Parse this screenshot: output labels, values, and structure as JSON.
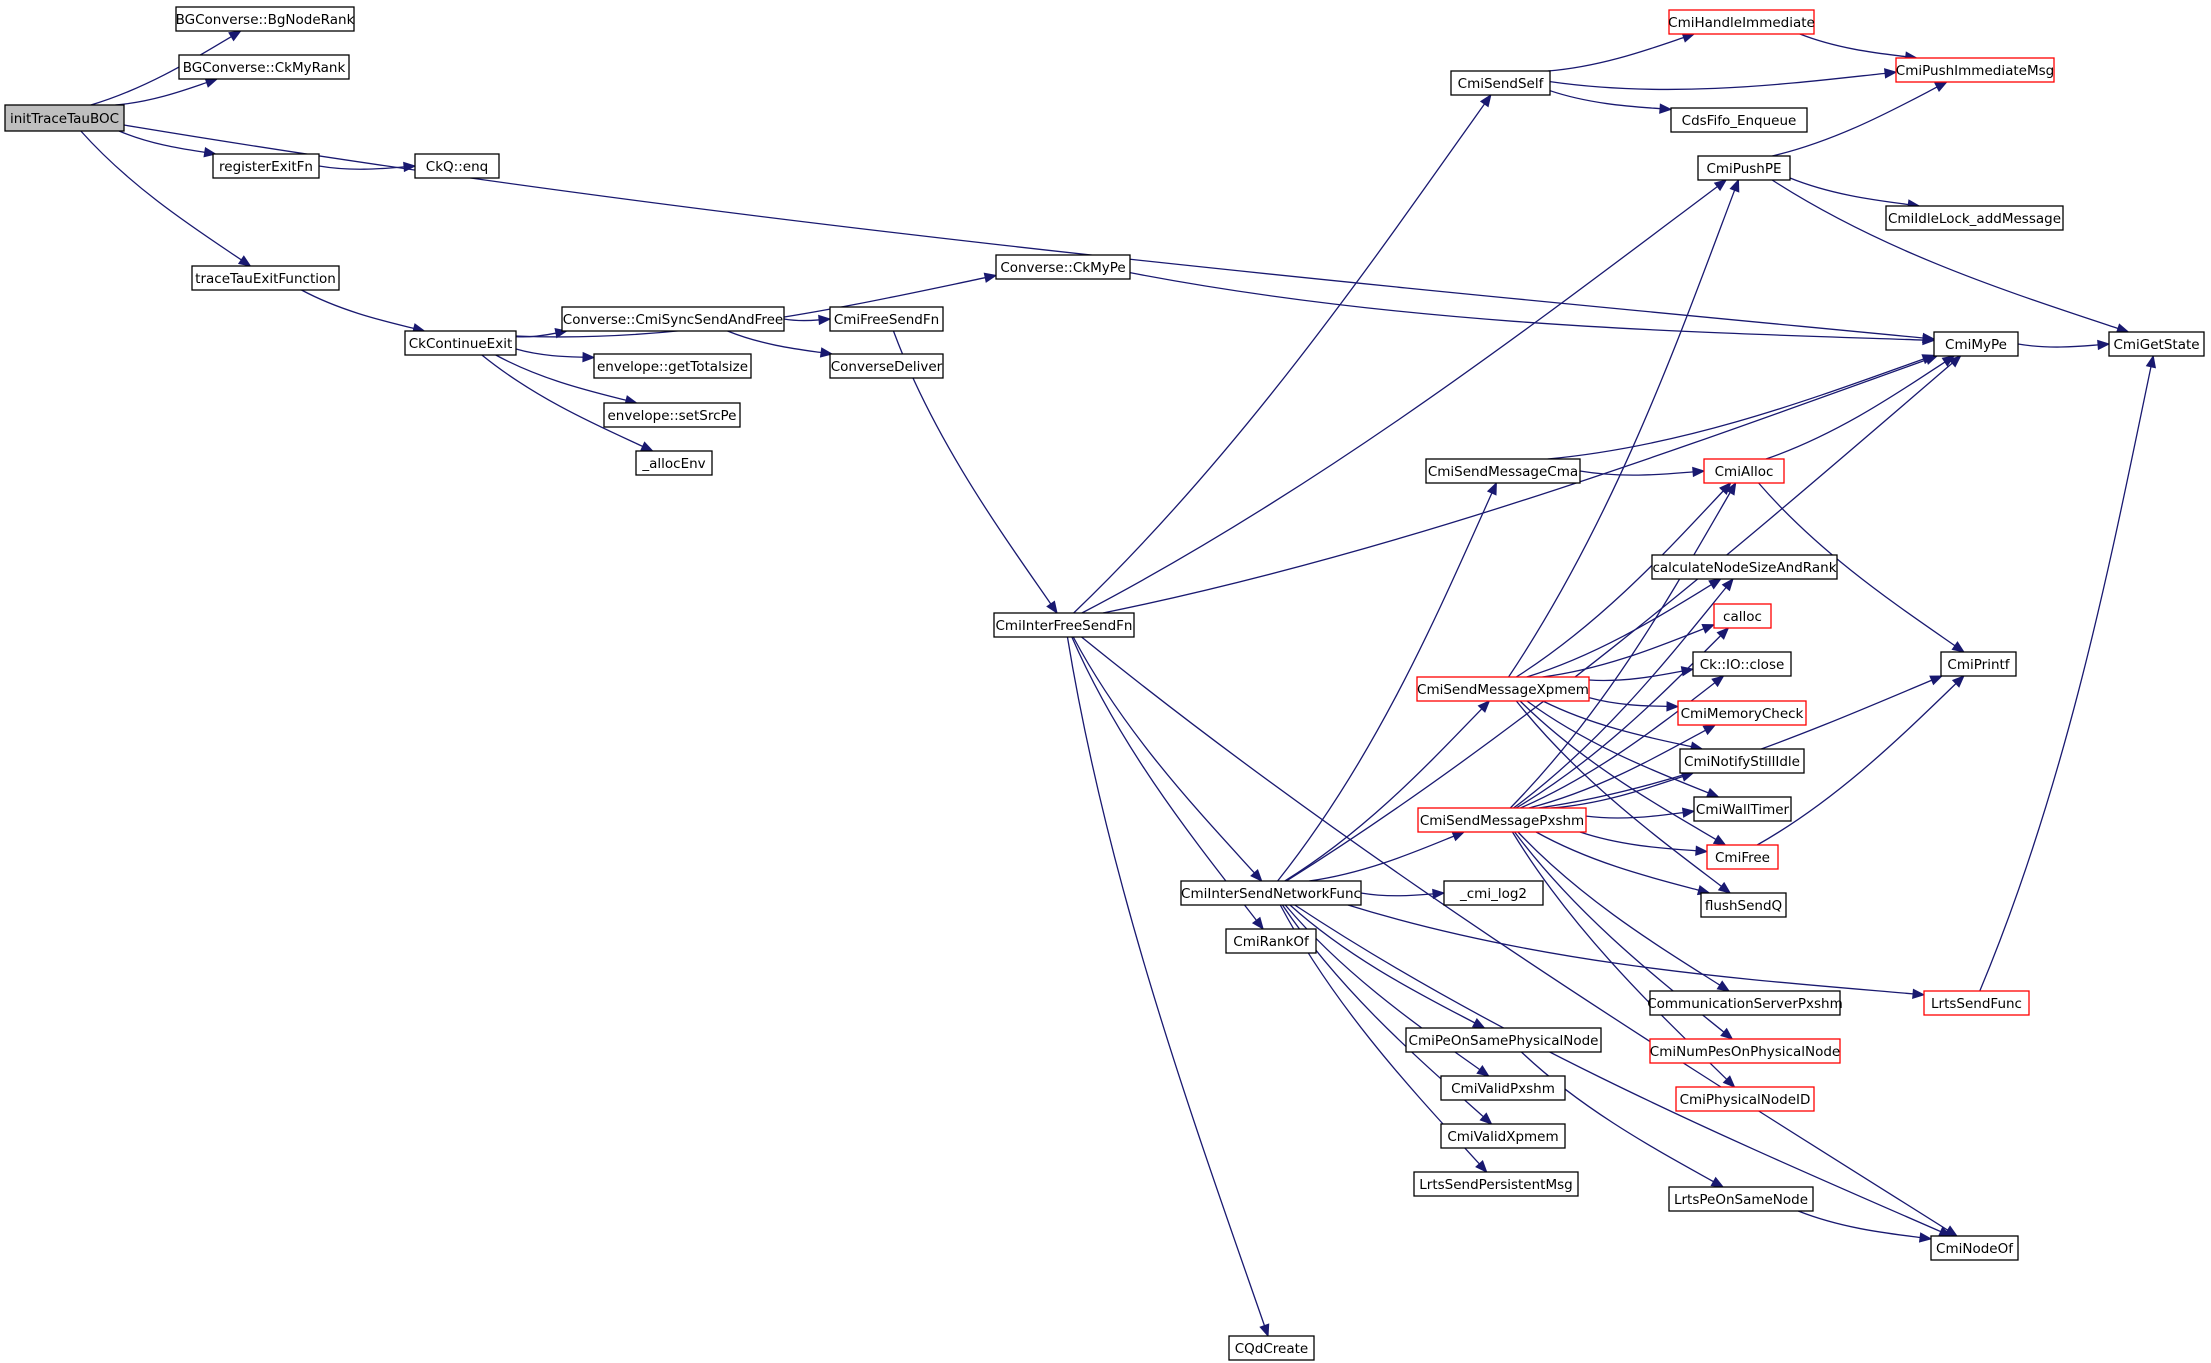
{
  "nodes": [
    {
      "id": "initTraceTauBOC",
      "label": "initTraceTauBOC",
      "style": "root"
    },
    {
      "id": "BgNodeRank",
      "label": "BGConverse::BgNodeRank",
      "style": "black"
    },
    {
      "id": "CkMyRank",
      "label": "BGConverse::CkMyRank",
      "style": "black"
    },
    {
      "id": "registerExitFn",
      "label": "registerExitFn",
      "style": "black"
    },
    {
      "id": "CkQenq",
      "label": "CkQ::enq",
      "style": "black"
    },
    {
      "id": "traceTauExitFunction",
      "label": "traceTauExitFunction",
      "style": "black"
    },
    {
      "id": "CkContinueExit",
      "label": "CkContinueExit",
      "style": "black"
    },
    {
      "id": "CmiSyncSendAndFree",
      "label": "Converse::CmiSyncSendAndFree",
      "style": "black"
    },
    {
      "id": "getTotalsize",
      "label": "envelope::getTotalsize",
      "style": "black"
    },
    {
      "id": "setSrcPe",
      "label": "envelope::setSrcPe",
      "style": "black"
    },
    {
      "id": "allocEnv",
      "label": "_allocEnv",
      "style": "black"
    },
    {
      "id": "CmiFreeSendFn",
      "label": "CmiFreeSendFn",
      "style": "black"
    },
    {
      "id": "ConverseDeliver",
      "label": "ConverseDeliver",
      "style": "black"
    },
    {
      "id": "ConverseCkMyPe",
      "label": "Converse::CkMyPe",
      "style": "black"
    },
    {
      "id": "CmiInterFreeSendFn",
      "label": "CmiInterFreeSendFn",
      "style": "black"
    },
    {
      "id": "CmiSendSelf",
      "label": "CmiSendSelf",
      "style": "black"
    },
    {
      "id": "CmiHandleImmediate",
      "label": "CmiHandleImmediate",
      "style": "red"
    },
    {
      "id": "CmiPushImmediateMsg",
      "label": "CmiPushImmediateMsg",
      "style": "red"
    },
    {
      "id": "CdsFifoEnqueue",
      "label": "CdsFifo_Enqueue",
      "style": "black"
    },
    {
      "id": "CmiPushPE",
      "label": "CmiPushPE",
      "style": "black"
    },
    {
      "id": "CmiIdleLock",
      "label": "CmiIdleLock_addMessage",
      "style": "black"
    },
    {
      "id": "CmiMyPe",
      "label": "CmiMyPe",
      "style": "black"
    },
    {
      "id": "CmiGetState",
      "label": "CmiGetState",
      "style": "black"
    },
    {
      "id": "CmiSendMessageCma",
      "label": "CmiSendMessageCma",
      "style": "black"
    },
    {
      "id": "CmiAlloc",
      "label": "CmiAlloc",
      "style": "red"
    },
    {
      "id": "calcNode",
      "label": "calculateNodeSizeAndRank",
      "style": "black"
    },
    {
      "id": "calloc",
      "label": "calloc",
      "style": "red"
    },
    {
      "id": "CkIOclose",
      "label": "Ck::IO::close",
      "style": "black"
    },
    {
      "id": "CmiPrintf",
      "label": "CmiPrintf",
      "style": "black"
    },
    {
      "id": "CmiSendMessageXpmem",
      "label": "CmiSendMessageXpmem",
      "style": "red"
    },
    {
      "id": "CmiMemoryCheck",
      "label": "CmiMemoryCheck",
      "style": "red"
    },
    {
      "id": "CmiNotifyStillIdle",
      "label": "CmiNotifyStillIdle",
      "style": "black"
    },
    {
      "id": "CmiWallTimer",
      "label": "CmiWallTimer",
      "style": "black"
    },
    {
      "id": "CmiSendMessagePxshm",
      "label": "CmiSendMessagePxshm",
      "style": "red"
    },
    {
      "id": "CmiFree",
      "label": "CmiFree",
      "style": "red"
    },
    {
      "id": "CmiInterSendNetworkFunc",
      "label": "CmiInterSendNetworkFunc",
      "style": "black"
    },
    {
      "id": "cmiLog2",
      "label": "_cmi_log2",
      "style": "black"
    },
    {
      "id": "flushSendQ",
      "label": "flushSendQ",
      "style": "black"
    },
    {
      "id": "CmiRankOf",
      "label": "CmiRankOf",
      "style": "black"
    },
    {
      "id": "CommServerPxshm",
      "label": "CommunicationServerPxshm",
      "style": "black"
    },
    {
      "id": "LrtsSendFunc",
      "label": "LrtsSendFunc",
      "style": "red"
    },
    {
      "id": "CmiPeOnSamePhysicalNode",
      "label": "CmiPeOnSamePhysicalNode",
      "style": "black"
    },
    {
      "id": "CmiNumPesOnPhysicalNode",
      "label": "CmiNumPesOnPhysicalNode",
      "style": "red"
    },
    {
      "id": "CmiValidPxshm",
      "label": "CmiValidPxshm",
      "style": "black"
    },
    {
      "id": "CmiPhysicalNodeID",
      "label": "CmiPhysicalNodeID",
      "style": "red"
    },
    {
      "id": "CmiValidXpmem",
      "label": "CmiValidXpmem",
      "style": "black"
    },
    {
      "id": "LrtsSendPersistentMsg",
      "label": "LrtsSendPersistentMsg",
      "style": "black"
    },
    {
      "id": "LrtsPeOnSameNode",
      "label": "LrtsPeOnSameNode",
      "style": "black"
    },
    {
      "id": "CmiNodeOf",
      "label": "CmiNodeOf",
      "style": "black"
    },
    {
      "id": "CQdCreate",
      "label": "CQdCreate",
      "style": "black"
    }
  ],
  "edges": [
    [
      "initTraceTauBOC",
      "BgNodeRank"
    ],
    [
      "initTraceTauBOC",
      "CkMyRank"
    ],
    [
      "initTraceTauBOC",
      "registerExitFn"
    ],
    [
      "initTraceTauBOC",
      "traceTauExitFunction"
    ],
    [
      "initTraceTauBOC",
      "CmiMyPe"
    ],
    [
      "registerExitFn",
      "CkQenq"
    ],
    [
      "traceTauExitFunction",
      "CkContinueExit"
    ],
    [
      "CkContinueExit",
      "ConverseCkMyPe"
    ],
    [
      "CkContinueExit",
      "CmiSyncSendAndFree"
    ],
    [
      "CkContinueExit",
      "getTotalsize"
    ],
    [
      "CkContinueExit",
      "setSrcPe"
    ],
    [
      "CkContinueExit",
      "allocEnv"
    ],
    [
      "CmiSyncSendAndFree",
      "CmiFreeSendFn"
    ],
    [
      "CmiSyncSendAndFree",
      "ConverseDeliver"
    ],
    [
      "CmiFreeSendFn",
      "CmiInterFreeSendFn"
    ],
    [
      "ConverseCkMyPe",
      "CmiMyPe"
    ],
    [
      "CmiInterFreeSendFn",
      "CmiSendSelf"
    ],
    [
      "CmiInterFreeSendFn",
      "CmiPushPE"
    ],
    [
      "CmiInterFreeSendFn",
      "CmiMyPe"
    ],
    [
      "CmiInterFreeSendFn",
      "CmiInterSendNetworkFunc"
    ],
    [
      "CmiInterFreeSendFn",
      "CmiRankOf"
    ],
    [
      "CmiInterFreeSendFn",
      "CQdCreate"
    ],
    [
      "CmiInterFreeSendFn",
      "CmiNodeOf"
    ],
    [
      "CmiSendSelf",
      "CmiHandleImmediate"
    ],
    [
      "CmiSendSelf",
      "CmiPushImmediateMsg"
    ],
    [
      "CmiSendSelf",
      "CdsFifoEnqueue"
    ],
    [
      "CmiHandleImmediate",
      "CmiPushImmediateMsg"
    ],
    [
      "CmiPushPE",
      "CmiPushImmediateMsg"
    ],
    [
      "CmiPushPE",
      "CmiIdleLock"
    ],
    [
      "CmiPushPE",
      "CmiGetState"
    ],
    [
      "CmiMyPe",
      "CmiGetState"
    ],
    [
      "CmiSendMessageCma",
      "CmiAlloc"
    ],
    [
      "CmiSendMessageCma",
      "CmiMyPe"
    ],
    [
      "CmiAlloc",
      "CmiMyPe"
    ],
    [
      "CmiAlloc",
      "CmiPrintf"
    ],
    [
      "CmiInterSendNetworkFunc",
      "CmiSendMessageCma"
    ],
    [
      "CmiInterSendNetworkFunc",
      "CmiSendMessageXpmem"
    ],
    [
      "CmiInterSendNetworkFunc",
      "CmiSendMessagePxshm"
    ],
    [
      "CmiInterSendNetworkFunc",
      "cmiLog2"
    ],
    [
      "CmiInterSendNetworkFunc",
      "CmiMyPe"
    ],
    [
      "CmiInterSendNetworkFunc",
      "CmiPeOnSamePhysicalNode"
    ],
    [
      "CmiInterSendNetworkFunc",
      "CmiValidPxshm"
    ],
    [
      "CmiInterSendNetworkFunc",
      "CmiValidXpmem"
    ],
    [
      "CmiInterSendNetworkFunc",
      "LrtsSendPersistentMsg"
    ],
    [
      "CmiInterSendNetworkFunc",
      "LrtsSendFunc"
    ],
    [
      "CmiInterSendNetworkFunc",
      "CmiNodeOf"
    ],
    [
      "CmiSendMessageXpmem",
      "CmiAlloc"
    ],
    [
      "CmiSendMessageXpmem",
      "calcNode"
    ],
    [
      "CmiSendMessageXpmem",
      "calloc"
    ],
    [
      "CmiSendMessageXpmem",
      "CkIOclose"
    ],
    [
      "CmiSendMessageXpmem",
      "CmiMemoryCheck"
    ],
    [
      "CmiSendMessageXpmem",
      "CmiNotifyStillIdle"
    ],
    [
      "CmiSendMessageXpmem",
      "CmiWallTimer"
    ],
    [
      "CmiSendMessageXpmem",
      "CmiFree"
    ],
    [
      "CmiSendMessageXpmem",
      "flushSendQ"
    ],
    [
      "CmiSendMessageXpmem",
      "CmiPushPE"
    ],
    [
      "CmiSendMessagePxshm",
      "CmiAlloc"
    ],
    [
      "CmiSendMessagePxshm",
      "calcNode"
    ],
    [
      "CmiSendMessagePxshm",
      "calloc"
    ],
    [
      "CmiSendMessagePxshm",
      "CkIOclose"
    ],
    [
      "CmiSendMessagePxshm",
      "CmiMemoryCheck"
    ],
    [
      "CmiSendMessagePxshm",
      "CmiNotifyStillIdle"
    ],
    [
      "CmiSendMessagePxshm",
      "CmiWallTimer"
    ],
    [
      "CmiSendMessagePxshm",
      "CmiFree"
    ],
    [
      "CmiSendMessagePxshm",
      "flushSendQ"
    ],
    [
      "CmiSendMessagePxshm",
      "CommServerPxshm"
    ],
    [
      "CmiSendMessagePxshm",
      "CmiNumPesOnPhysicalNode"
    ],
    [
      "CmiSendMessagePxshm",
      "CmiPhysicalNodeID"
    ],
    [
      "CmiSendMessagePxshm",
      "CmiPrintf"
    ],
    [
      "CmiFree",
      "CmiPrintf"
    ],
    [
      "LrtsSendFunc",
      "CmiGetState"
    ],
    [
      "CmiPeOnSamePhysicalNode",
      "LrtsPeOnSameNode"
    ],
    [
      "LrtsPeOnSameNode",
      "CmiNodeOf"
    ]
  ]
}
